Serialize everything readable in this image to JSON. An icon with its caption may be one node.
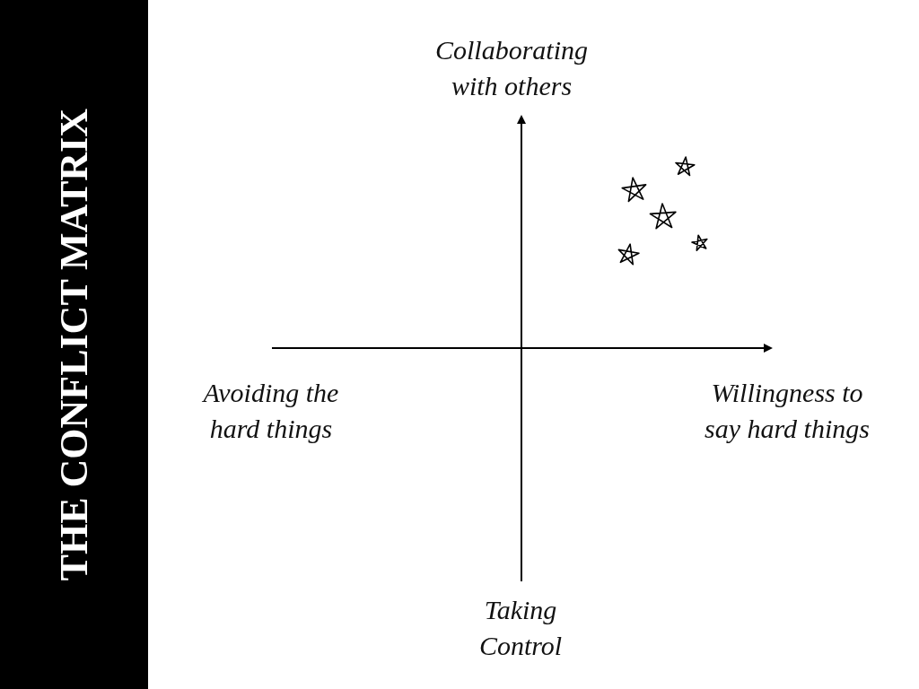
{
  "diagram": {
    "title": "THE CONFLICT MATRIX",
    "labels": [
      "Collaborating with others",
      "Avoiding the hard things",
      "Willingness to say hard things",
      "Taking Control"
    ]
  }
}
